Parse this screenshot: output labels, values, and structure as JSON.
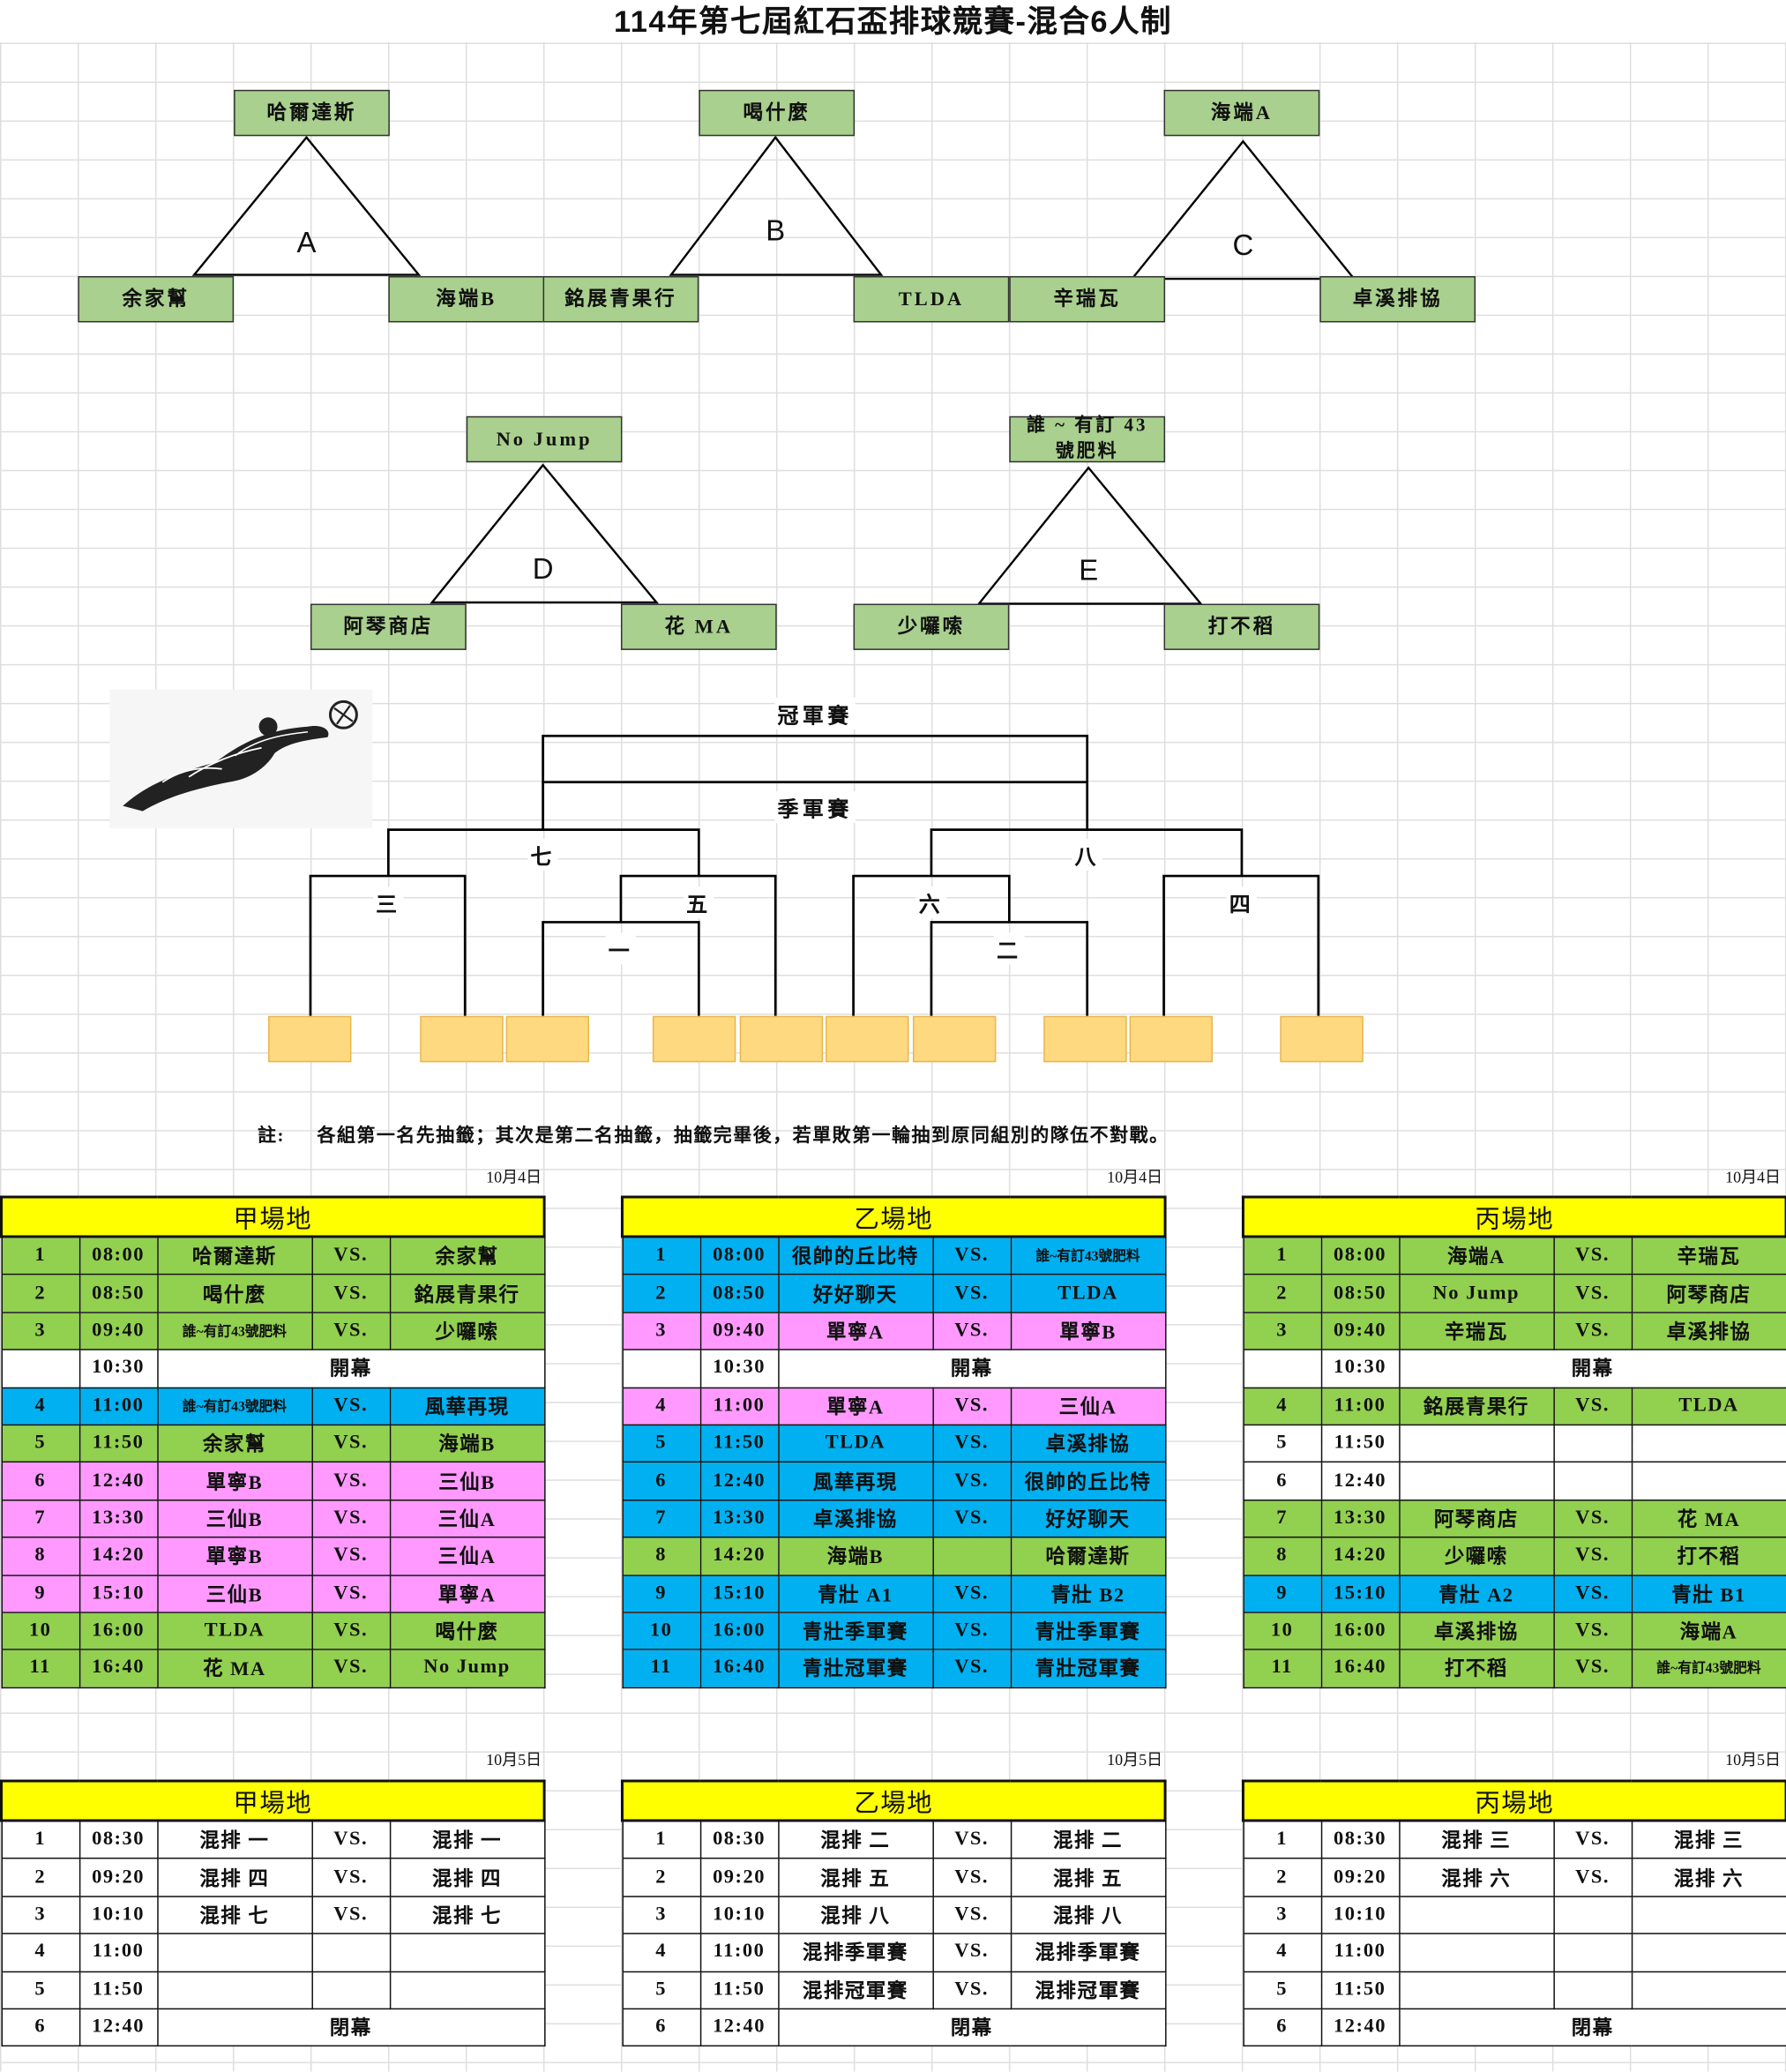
{
  "title": "114年第七屆紅石盃排球競賽-混合6人制",
  "groups": [
    {
      "label": "A",
      "top": "哈爾達斯",
      "left": "余家幫",
      "right": "海端B"
    },
    {
      "label": "B",
      "top": "喝什麼",
      "left": "銘展青果行",
      "right": "TLDA"
    },
    {
      "label": "C",
      "top": "海端A",
      "left": "辛瑞瓦",
      "right": "卓溪排協"
    },
    {
      "label": "D",
      "top": "No Jump",
      "left": "阿琴商店",
      "right": "花 MA"
    },
    {
      "label": "E",
      "top": "誰 ~ 有訂 43 號肥料",
      "left": "少囉嗦",
      "right": "打不稻"
    }
  ],
  "bracket": {
    "final": "冠軍賽",
    "third": "季軍賽",
    "m7": "七",
    "m8": "八",
    "m3": "三",
    "m5": "五",
    "m1": "一",
    "m6": "六",
    "m2": "二",
    "m4": "四"
  },
  "note": {
    "prefix": "註:",
    "text": "各組第一名先抽籤；其次是第二名抽籤，抽籤完畢後，若單敗第一輪抽到原同組別的隊伍不對戰。"
  },
  "colors": {
    "green": "#92d050",
    "blue": "#00b0f0",
    "pink": "#ff99ff",
    "white": "#ffffff",
    "yellow": "#ffff00",
    "group": "#a9d08e",
    "slot": "#ffd97f"
  },
  "days": [
    {
      "date": "10月4日",
      "venues": [
        {
          "name": "甲場地",
          "rows": [
            {
              "no": "1",
              "time": "08:00",
              "home": "哈爾達斯",
              "vs": "VS.",
              "away": "余家幫",
              "color": "green"
            },
            {
              "no": "2",
              "time": "08:50",
              "home": "喝什麼",
              "vs": "VS.",
              "away": "銘展青果行",
              "color": "green"
            },
            {
              "no": "3",
              "time": "09:40",
              "home": "誰~有訂43號肥料",
              "vs": "VS.",
              "away": "少囉嗦",
              "color": "green"
            },
            {
              "no": "",
              "time": "10:30",
              "merged": "開幕",
              "color": "white"
            },
            {
              "no": "4",
              "time": "11:00",
              "home": "誰~有訂43號肥料",
              "vs": "VS.",
              "away": "風華再現",
              "color": "blue"
            },
            {
              "no": "5",
              "time": "11:50",
              "home": "余家幫",
              "vs": "VS.",
              "away": "海端B",
              "color": "green"
            },
            {
              "no": "6",
              "time": "12:40",
              "home": "單寧B",
              "vs": "VS.",
              "away": "三仙B",
              "color": "pink"
            },
            {
              "no": "7",
              "time": "13:30",
              "home": "三仙B",
              "vs": "VS.",
              "away": "三仙A",
              "color": "pink"
            },
            {
              "no": "8",
              "time": "14:20",
              "home": "單寧B",
              "vs": "VS.",
              "away": "三仙A",
              "color": "pink"
            },
            {
              "no": "9",
              "time": "15:10",
              "home": "三仙B",
              "vs": "VS.",
              "away": "單寧A",
              "color": "pink"
            },
            {
              "no": "10",
              "time": "16:00",
              "home": "TLDA",
              "vs": "VS.",
              "away": "喝什麼",
              "color": "green"
            },
            {
              "no": "11",
              "time": "16:40",
              "home": "花 MA",
              "vs": "VS.",
              "away": "No Jump",
              "color": "green"
            }
          ]
        },
        {
          "name": "乙場地",
          "rows": [
            {
              "no": "1",
              "time": "08:00",
              "home": "很帥的丘比特",
              "vs": "VS.",
              "away": "誰~有訂43號肥料",
              "color": "blue"
            },
            {
              "no": "2",
              "time": "08:50",
              "home": "好好聊天",
              "vs": "VS.",
              "away": "TLDA",
              "color": "blue"
            },
            {
              "no": "3",
              "time": "09:40",
              "home": "單寧A",
              "vs": "VS.",
              "away": "單寧B",
              "color": "pink"
            },
            {
              "no": "",
              "time": "10:30",
              "merged": "開幕",
              "color": "white"
            },
            {
              "no": "4",
              "time": "11:00",
              "home": "單寧A",
              "vs": "VS.",
              "away": "三仙A",
              "color": "pink"
            },
            {
              "no": "5",
              "time": "11:50",
              "home": "TLDA",
              "vs": "VS.",
              "away": "卓溪排協",
              "color": "blue"
            },
            {
              "no": "6",
              "time": "12:40",
              "home": "風華再現",
              "vs": "VS.",
              "away": "很帥的丘比特",
              "color": "blue"
            },
            {
              "no": "7",
              "time": "13:30",
              "home": "卓溪排協",
              "vs": "VS.",
              "away": "好好聊天",
              "color": "blue"
            },
            {
              "no": "8",
              "time": "14:20",
              "home": "海端B",
              "vs": "",
              "away": "哈爾達斯",
              "color": "green"
            },
            {
              "no": "9",
              "time": "15:10",
              "home": "青壯 A1",
              "vs": "VS.",
              "away": "青壯 B2",
              "color": "blue"
            },
            {
              "no": "10",
              "time": "16:00",
              "home": "青壯季軍賽",
              "vs": "VS.",
              "away": "青壯季軍賽",
              "color": "blue"
            },
            {
              "no": "11",
              "time": "16:40",
              "home": "青壯冠軍賽",
              "vs": "VS.",
              "away": "青壯冠軍賽",
              "color": "blue"
            }
          ]
        },
        {
          "name": "丙場地",
          "rows": [
            {
              "no": "1",
              "time": "08:00",
              "home": "海端A",
              "vs": "VS.",
              "away": "辛瑞瓦",
              "color": "green"
            },
            {
              "no": "2",
              "time": "08:50",
              "home": "No Jump",
              "vs": "VS.",
              "away": "阿琴商店",
              "color": "green"
            },
            {
              "no": "3",
              "time": "09:40",
              "home": "辛瑞瓦",
              "vs": "VS.",
              "away": "卓溪排協",
              "color": "green"
            },
            {
              "no": "",
              "time": "10:30",
              "merged": "開幕",
              "color": "white"
            },
            {
              "no": "4",
              "time": "11:00",
              "home": "銘展青果行",
              "vs": "VS.",
              "away": "TLDA",
              "color": "green"
            },
            {
              "no": "5",
              "time": "11:50",
              "home": "",
              "vs": "",
              "away": "",
              "color": "white"
            },
            {
              "no": "6",
              "time": "12:40",
              "home": "",
              "vs": "",
              "away": "",
              "color": "white"
            },
            {
              "no": "7",
              "time": "13:30",
              "home": "阿琴商店",
              "vs": "VS.",
              "away": "花 MA",
              "color": "green"
            },
            {
              "no": "8",
              "time": "14:20",
              "home": "少囉嗦",
              "vs": "VS.",
              "away": "打不稻",
              "color": "green"
            },
            {
              "no": "9",
              "time": "15:10",
              "home": "青壯 A2",
              "vs": "VS.",
              "away": "青壯 B1",
              "color": "blue"
            },
            {
              "no": "10",
              "time": "16:00",
              "home": "卓溪排協",
              "vs": "VS.",
              "away": "海端A",
              "color": "green"
            },
            {
              "no": "11",
              "time": "16:40",
              "home": "打不稻",
              "vs": "VS.",
              "away": "誰~有訂43號肥料",
              "color": "green"
            }
          ]
        }
      ]
    },
    {
      "date": "10月5日",
      "venues": [
        {
          "name": "甲場地",
          "rows": [
            {
              "no": "1",
              "time": "08:30",
              "home": "混排 一",
              "vs": "VS.",
              "away": "混排 一",
              "color": "white"
            },
            {
              "no": "2",
              "time": "09:20",
              "home": "混排 四",
              "vs": "VS.",
              "away": "混排 四",
              "color": "white"
            },
            {
              "no": "3",
              "time": "10:10",
              "home": "混排 七",
              "vs": "VS.",
              "away": "混排 七",
              "color": "white"
            },
            {
              "no": "4",
              "time": "11:00",
              "home": "",
              "vs": "",
              "away": "",
              "color": "white"
            },
            {
              "no": "5",
              "time": "11:50",
              "home": "",
              "vs": "",
              "away": "",
              "color": "white"
            },
            {
              "no": "6",
              "time": "12:40",
              "merged": "閉幕",
              "color": "white"
            }
          ]
        },
        {
          "name": "乙場地",
          "rows": [
            {
              "no": "1",
              "time": "08:30",
              "home": "混排 二",
              "vs": "VS.",
              "away": "混排 二",
              "color": "white"
            },
            {
              "no": "2",
              "time": "09:20",
              "home": "混排 五",
              "vs": "VS.",
              "away": "混排 五",
              "color": "white"
            },
            {
              "no": "3",
              "time": "10:10",
              "home": "混排 八",
              "vs": "VS.",
              "away": "混排 八",
              "color": "white"
            },
            {
              "no": "4",
              "time": "11:00",
              "home": "混排季軍賽",
              "vs": "VS.",
              "away": "混排季軍賽",
              "color": "white"
            },
            {
              "no": "5",
              "time": "11:50",
              "home": "混排冠軍賽",
              "vs": "VS.",
              "away": "混排冠軍賽",
              "color": "white"
            },
            {
              "no": "6",
              "time": "12:40",
              "merged": "閉幕",
              "color": "white"
            }
          ]
        },
        {
          "name": "丙場地",
          "rows": [
            {
              "no": "1",
              "time": "08:30",
              "home": "混排 三",
              "vs": "VS.",
              "away": "混排 三",
              "color": "white"
            },
            {
              "no": "2",
              "time": "09:20",
              "home": "混排 六",
              "vs": "VS.",
              "away": "混排 六",
              "color": "white"
            },
            {
              "no": "3",
              "time": "10:10",
              "home": "",
              "vs": "",
              "away": "",
              "color": "white"
            },
            {
              "no": "4",
              "time": "11:00",
              "home": "",
              "vs": "",
              "away": "",
              "color": "white"
            },
            {
              "no": "5",
              "time": "11:50",
              "home": "",
              "vs": "",
              "away": "",
              "color": "white"
            },
            {
              "no": "6",
              "time": "12:40",
              "merged": "閉幕",
              "color": "white"
            }
          ]
        }
      ]
    }
  ]
}
